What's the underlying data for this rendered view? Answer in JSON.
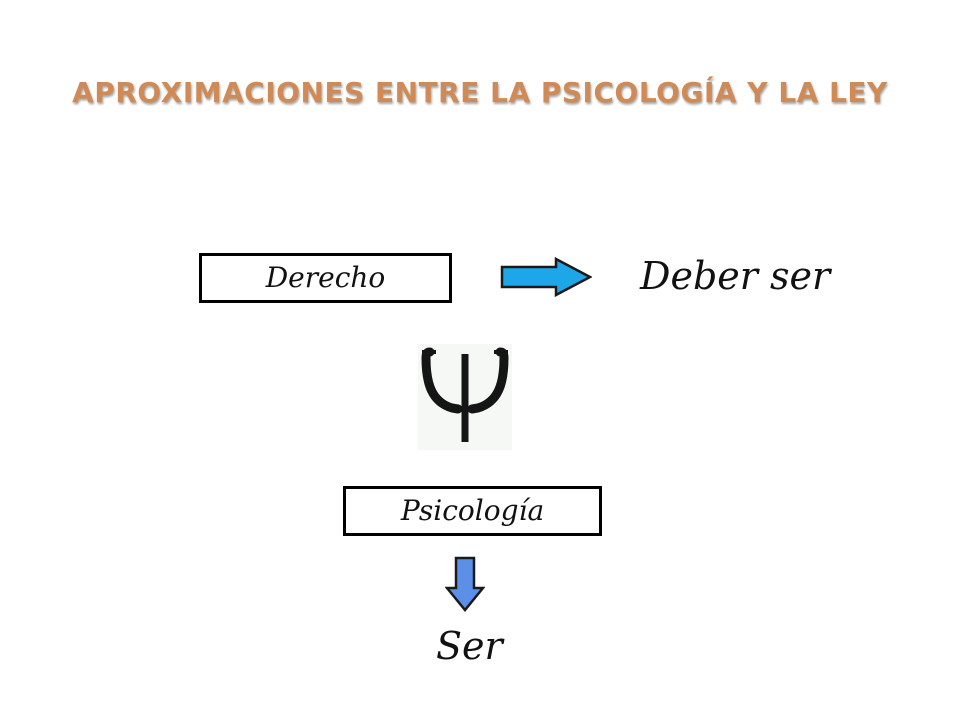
{
  "title": "APROXIMACIONES ENTRE LA PSICOLOGÍA Y LA LEY",
  "nodes": {
    "derecho": "Derecho",
    "deber_ser": "Deber ser",
    "psicologia": "Psicología",
    "ser": "Ser"
  },
  "icons": {
    "psi": "psi-symbol-icon",
    "arrow_right": "arrow-right-icon",
    "arrow_down": "arrow-down-icon"
  },
  "colors": {
    "title": "#d08a55",
    "arrow_right_fill": "#1ea7e8",
    "arrow_down_fill": "#5b8fe8",
    "box_border": "#000000"
  }
}
